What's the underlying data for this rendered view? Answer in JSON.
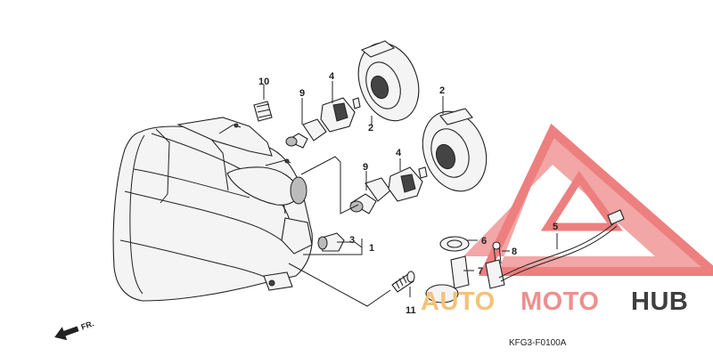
{
  "diagram": {
    "callouts": [
      "10",
      "9",
      "4",
      "2",
      "2",
      "9",
      "4",
      "3",
      "1",
      "6",
      "8",
      "5",
      "7",
      "11"
    ],
    "front_label": "FR.",
    "catalog_code": "KFG3-F0100A"
  },
  "watermark": {
    "auto": "AUTO",
    "moto": "MOTO",
    "hub": "HUB",
    "colors": {
      "auto": "#f3c27a",
      "moto": "#ef8f8f",
      "hub": "#3f3f3f",
      "triangle": "#e85c5c"
    }
  }
}
